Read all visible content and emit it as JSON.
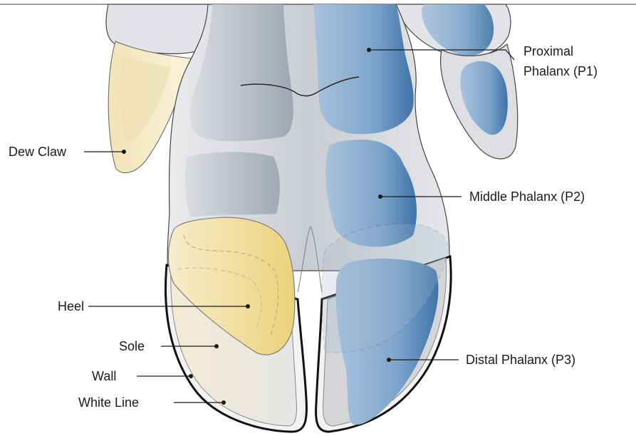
{
  "labels": {
    "proximal_line1": "Proximal",
    "proximal_line2": "Phalanx (P1)",
    "dew_claw": "Dew Claw",
    "middle_phalanx": "Middle Phalanx (P2)",
    "heel": "Heel",
    "sole": "Sole",
    "wall": "Wall",
    "white_line": "White Line",
    "distal_phalanx": "Distal Phalanx (P3)"
  },
  "colors": {
    "skin_grey": "#cfd2d6",
    "bone_blue": "#5f8fbf",
    "bone_grey": "#aab0b8",
    "heel_yellow": "#f0dea0",
    "outline": "#222222"
  }
}
